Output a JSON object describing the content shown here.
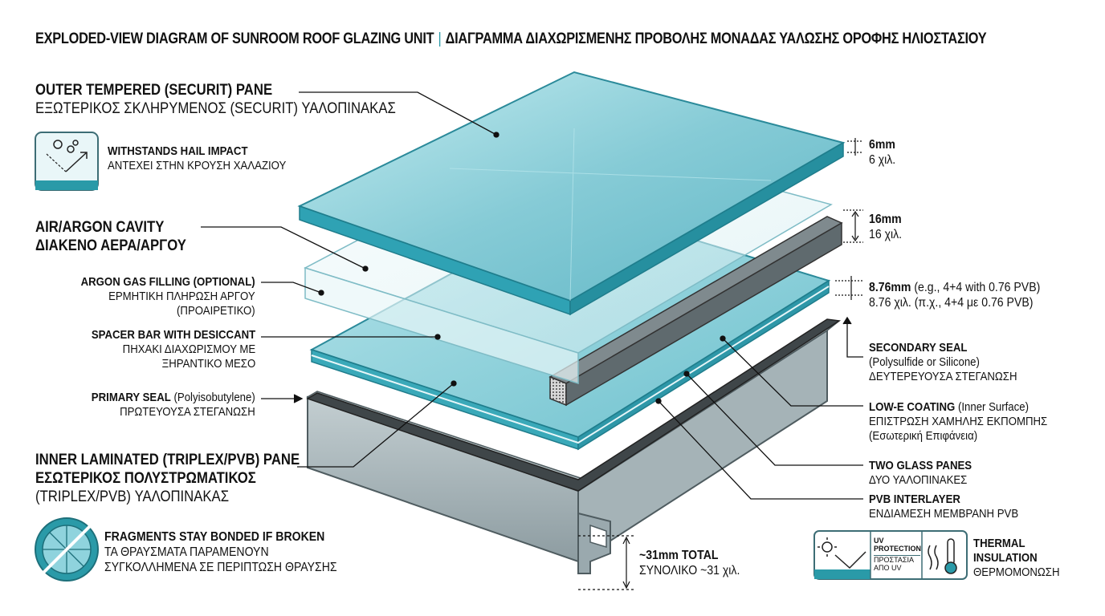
{
  "title": {
    "en": "EXPLODED-VIEW DIAGRAM OF SUNROOM ROOF GLAZING UNIT",
    "gr": "ΔΙΑΓΡΑΜΜΑ ΔΙΑΧΩΡΙΣΜΕΝΗΣ ΠΡΟΒΟΛΗΣ ΜΟΝΑΔΑΣ ΥΑΛΩΣΗΣ ΟΡΟΦΗΣ ΗΛΙΟΣΤΑΣΙΟΥ"
  },
  "labels": {
    "outer_pane": {
      "en": "OUTER TEMPERED (SECURIT) PANE",
      "gr": "ΕΞΩΤΕΡΙΚΟΣ ΣΚΛΗΡΥΜΕΝΟΣ (SECURIT) ΥΑΛΟΠΙΝΑΚΑΣ"
    },
    "hail": {
      "en": "WITHSTANDS HAIL IMPACT",
      "gr": "ΑΝΤΕΧΕΙ ΣΤΗΝ ΚΡΟΥΣΗ ΧΑΛΑΖΙΟΥ"
    },
    "cavity": {
      "en": "AIR/ARGON CAVITY",
      "gr": "ΔΙΑΚΕΝΟ ΑΕΡΑ/ΑΡΓΟΥ"
    },
    "argon": {
      "en": "ARGON GAS FILLING (OPTIONAL)",
      "gr1": "ΕΡΜΗΤΙΚΗ ΠΛΗΡΩΣΗ ΑΡΓΟΥ",
      "gr2": "(ΠΡΟΑΙΡΕΤΙΚΟ)"
    },
    "spacer": {
      "en": "SPACER BAR WITH DESICCANT",
      "gr1": "ΠΗΧΑΚΙ ΔΙΑΧΩΡΙΣΜΟΥ ΜΕ",
      "gr2": "ΞΗΡΑΝΤΙΚΟ ΜΕΣΟ"
    },
    "primary": {
      "en_b": "PRIMARY SEAL",
      "en": " (Polyisobutylene)",
      "gr": "ΠΡΩΤΕΥΟΥΣΑ ΣΤΕΓΑΝΩΣΗ"
    },
    "inner_pane": {
      "en": "INNER LAMINATED (TRIPLEX/PVB) PANE",
      "gr1": "ΕΣΩΤΕΡΙΚΟΣ ΠΟΛΥΣΤΡΩΜΑΤΙΚΟΣ",
      "gr2": "(TRIPLEX/PVB) ΥΑΛΟΠΙΝΑΚΑΣ"
    },
    "fragments": {
      "en": "FRAGMENTS STAY BONDED IF BROKEN",
      "gr1": "ΤΑ ΘΡΑΥΣΜΑΤΑ ΠΑΡΑΜΕΝΟΥΝ",
      "gr2": "ΣΥΓΚΟΛΛΗΜΕΝΑ ΣΕ ΠΕΡΙΠΤΩΣΗ ΘΡΑΥΣΗΣ"
    },
    "dim6": {
      "en": "6mm",
      "gr": "6 χιλ."
    },
    "dim16": {
      "en": "16mm",
      "gr": "16 χιλ."
    },
    "dim876": {
      "en_b": "8.76mm",
      "en": " (e.g., 4+4 with 0.76 PVB)",
      "gr": "8.76 χιλ. (π.χ., 4+4 με 0.76 PVB)"
    },
    "secondary": {
      "en": "SECONDARY SEAL",
      "en2": "(Polysulfide or Silicone)",
      "gr": "ΔΕΥΤΕΡΕΥΟΥΣΑ ΣΤΕΓΑΝΩΣΗ"
    },
    "lowe": {
      "en_b": "LOW-E COATING",
      "en": " (Inner Surface)",
      "gr1": "ΕΠΙΣΤΡΩΣΗ ΧΑΜΗΛΗΣ ΕΚΠΟΜΠΗΣ",
      "gr2": "(Εσωτερική Επιφάνεια)"
    },
    "two_panes": {
      "en": "TWO GLASS PANES",
      "gr": "ΔΥΟ ΥΑΛΟΠΙΝΑΚΕΣ"
    },
    "pvb": {
      "en": "PVB INTERLAYER",
      "gr": "ΕΝΔΙΑΜΕΣΗ ΜΕΜΒΡΑΝΗ PVB"
    },
    "total": {
      "en": "~31mm TOTAL",
      "gr": "ΣΥΝΟΛΙΚΟ ~31 χιλ."
    },
    "uv": {
      "l1": "UV",
      "l2": "PROTECTION",
      "l3": "ΠΡΟΣΤΑΣΙΑ",
      "l4": "ΑΠΟ UV"
    },
    "thermal": {
      "en1": "THERMAL",
      "en2": "INSULATION",
      "gr": "ΘΕΡΜΟΜΟΝΩΣΗ"
    }
  },
  "icons": [
    "hail-impact-icon",
    "shattered-glass-icon",
    "uv-protection-icon",
    "thermal-insulation-icon"
  ],
  "colors": {
    "glass": "#8fd3dd",
    "glass_edge": "#3a9fb0",
    "frame": "#9aa9ae",
    "accent": "#2a9aa8",
    "spacer": "#5f6a6e"
  }
}
